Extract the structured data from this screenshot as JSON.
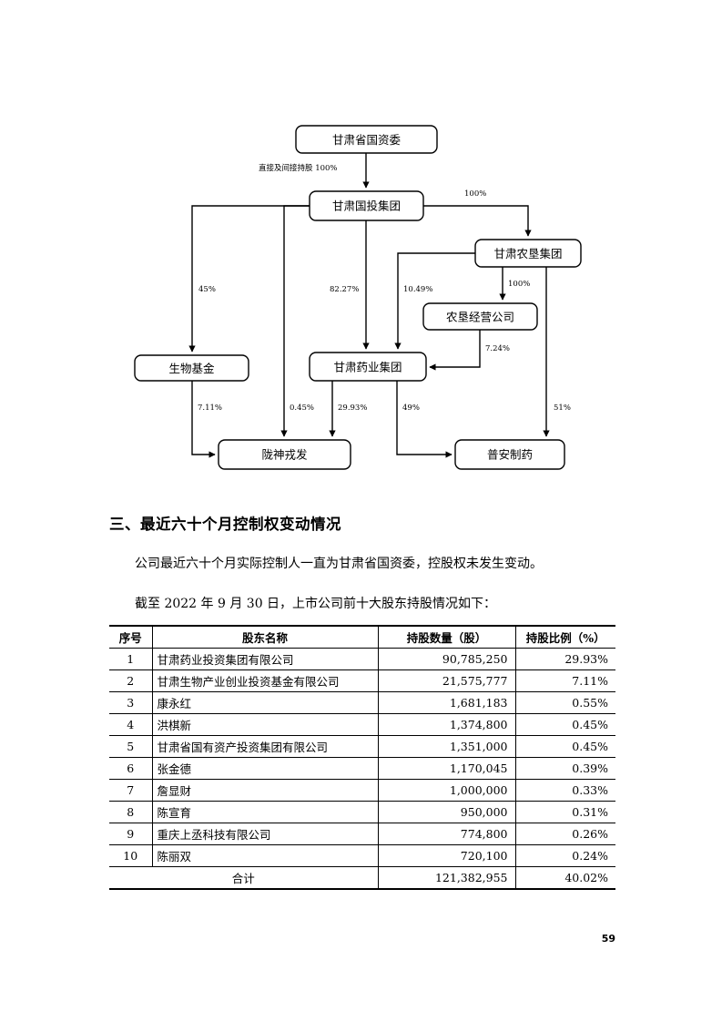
{
  "page": {
    "number": "59"
  },
  "diagram": {
    "name": "ownership-structure-chart",
    "nodes": [
      {
        "id": "sasac",
        "label": "甘肃省国资委"
      },
      {
        "id": "guotou",
        "label": "甘肃国投集团"
      },
      {
        "id": "nongken",
        "label": "甘肃农垦集团"
      },
      {
        "id": "nongken_op",
        "label": "农垦经营公司"
      },
      {
        "id": "bio_fund",
        "label": "生物基金"
      },
      {
        "id": "yaoye",
        "label": "甘肃药业集团"
      },
      {
        "id": "longshen",
        "label": "陇神戎发"
      },
      {
        "id": "puan",
        "label": "普安制药"
      }
    ],
    "edges": [
      {
        "from": "sasac",
        "to": "guotou",
        "label": "直接及间接持股 100%"
      },
      {
        "from": "guotou",
        "to": "nongken",
        "label": "100%"
      },
      {
        "from": "guotou",
        "to": "bio_fund",
        "label": "45%"
      },
      {
        "from": "guotou",
        "to": "yaoye",
        "label": "82.27%"
      },
      {
        "from": "guotou",
        "to": "longshen",
        "label": "0.45%"
      },
      {
        "from": "nongken",
        "to": "nongken_op",
        "label": "100%"
      },
      {
        "from": "nongken",
        "to": "yaoye",
        "label": "10.49%"
      },
      {
        "from": "nongken",
        "to": "puan",
        "label": "51%"
      },
      {
        "from": "nongken_op",
        "to": "yaoye",
        "label": "7.24%"
      },
      {
        "from": "bio_fund",
        "to": "longshen",
        "label": "7.11%"
      },
      {
        "from": "yaoye",
        "to": "longshen",
        "label": "29.93%"
      },
      {
        "from": "yaoye",
        "to": "puan",
        "label": "49%"
      }
    ]
  },
  "section": {
    "heading": "三、最近六十个月控制权变动情况",
    "paragraph_1": "公司最近六十个月实际控制人一直为甘肃省国资委，控股权未发生变动。",
    "paragraph_2": "截至 2022 年 9 月 30 日，上市公司前十大股东持股情况如下："
  },
  "table": {
    "headers": [
      "序号",
      "股东名称",
      "持股数量（股）",
      "持股比例（%）"
    ],
    "rows": [
      {
        "index": "1",
        "name": "甘肃药业投资集团有限公司",
        "quantity": "90,785,250",
        "percent": "29.93%"
      },
      {
        "index": "2",
        "name": "甘肃生物产业创业投资基金有限公司",
        "quantity": "21,575,777",
        "percent": "7.11%"
      },
      {
        "index": "3",
        "name": "康永红",
        "quantity": "1,681,183",
        "percent": "0.55%"
      },
      {
        "index": "4",
        "name": "洪棋新",
        "quantity": "1,374,800",
        "percent": "0.45%"
      },
      {
        "index": "5",
        "name": "甘肃省国有资产投资集团有限公司",
        "quantity": "1,351,000",
        "percent": "0.45%"
      },
      {
        "index": "6",
        "name": "张金德",
        "quantity": "1,170,045",
        "percent": "0.39%"
      },
      {
        "index": "7",
        "name": "詹显财",
        "quantity": "1,000,000",
        "percent": "0.33%"
      },
      {
        "index": "8",
        "name": "陈宣育",
        "quantity": "950,000",
        "percent": "0.31%"
      },
      {
        "index": "9",
        "name": "重庆上丞科技有限公司",
        "quantity": "774,800",
        "percent": "0.26%"
      },
      {
        "index": "10",
        "name": "陈丽双",
        "quantity": "720,100",
        "percent": "0.24%"
      }
    ],
    "total": {
      "label": "合计",
      "quantity": "121,382,955",
      "percent": "40.02%"
    }
  }
}
